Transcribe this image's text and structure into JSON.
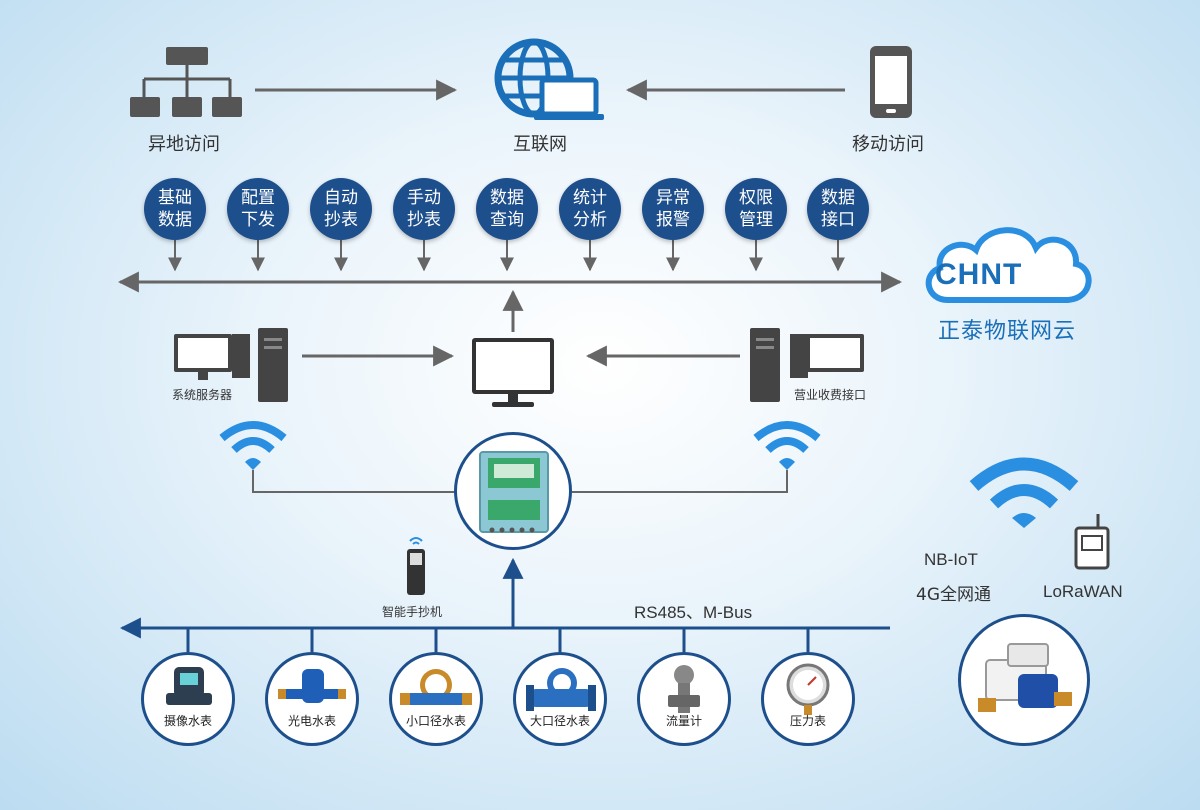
{
  "top": {
    "remote_access": "异地访问",
    "internet": "互联网",
    "mobile_access": "移动访问"
  },
  "functions": [
    {
      "line1": "基础",
      "line2": "数据"
    },
    {
      "line1": "配置",
      "line2": "下发"
    },
    {
      "line1": "自动",
      "line2": "抄表"
    },
    {
      "line1": "手动",
      "line2": "抄表"
    },
    {
      "line1": "数据",
      "line2": "查询"
    },
    {
      "line1": "统计",
      "line2": "分析"
    },
    {
      "line1": "异常",
      "line2": "报警"
    },
    {
      "line1": "权限",
      "line2": "管理"
    },
    {
      "line1": "数据",
      "line2": "接口"
    }
  ],
  "cloud": {
    "logo": "CHNT",
    "caption": "正泰物联网云"
  },
  "servers": {
    "system_server": "系统服务器",
    "billing_interface": "营业收费接口"
  },
  "handheld": "智能手抄机",
  "bus": "RS485、M-Bus",
  "wireless": {
    "line1": "NB-IoT",
    "line2": "4G全网通",
    "lora": "LoRaWAN"
  },
  "meters": [
    "摄像水表",
    "光电水表",
    "小口径水表",
    "大口径水表",
    "流量计",
    "压力表"
  ],
  "colors": {
    "navy": "#1d4f8c",
    "blue": "#1a6fb8",
    "wifi": "#2a8fe0",
    "line": "#555555"
  }
}
